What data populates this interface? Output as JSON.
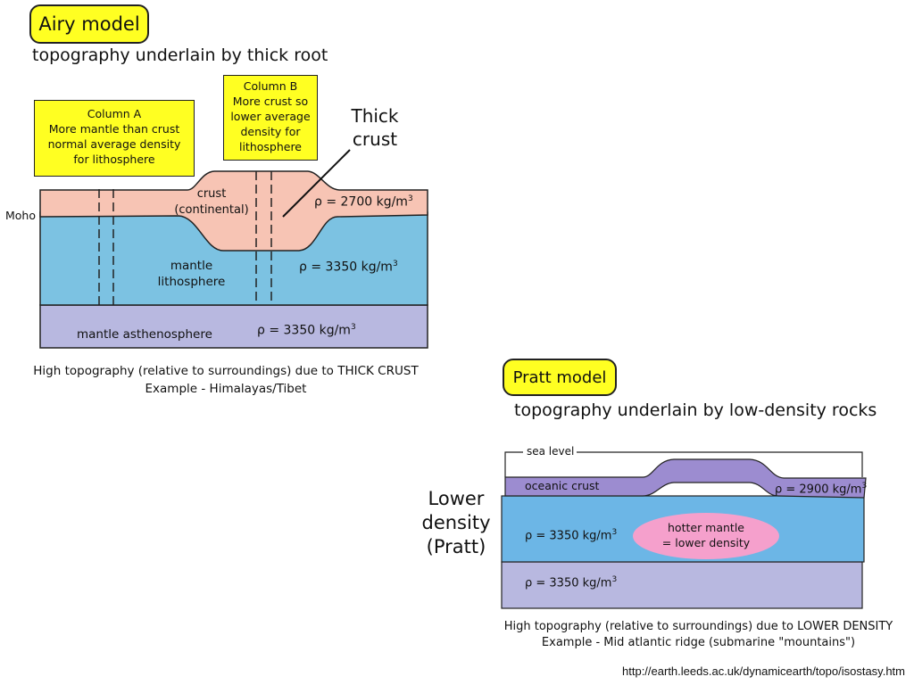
{
  "airy": {
    "title": "Airy model",
    "subtitle": "topography underlain by thick root",
    "column_a": [
      "Column A",
      "More mantle than crust",
      "normal average density",
      "for lithosphere"
    ],
    "column_b": [
      "Column B",
      "More crust so",
      "lower average",
      "density for",
      "lithosphere"
    ],
    "thick_crust": [
      "Thick",
      "crust"
    ],
    "moho": "Moho",
    "crust": [
      "crust",
      "(continental)"
    ],
    "mantle_lithosphere": [
      "mantle",
      "lithosphere"
    ],
    "mantle_asthenosphere": "mantle asthenosphere",
    "rho_crust": "ρ = 2700 kg/m",
    "rho_lithosphere": "ρ = 3350 kg/m",
    "rho_asthenosphere": "ρ = 3350 kg/m",
    "caption": [
      "High topography (relative to surroundings) due to THICK CRUST",
      "Example - Himalayas/Tibet"
    ]
  },
  "pratt": {
    "title": "Pratt model",
    "subtitle": "topography underlain by low-density rocks",
    "sea_level": "sea level",
    "oceanic_crust": "oceanic crust",
    "rho_crust": "ρ = 2900 kg/m",
    "hotter_mantle": [
      "hotter mantle",
      "= lower density"
    ],
    "rho_mantle_upper": "ρ = 3350 kg/m",
    "rho_mantle_lower": "ρ = 3350 kg/m",
    "lower_density": [
      "Lower",
      "density",
      "(Pratt)"
    ],
    "caption": [
      "High topography (relative to surroundings) due to LOWER DENSITY",
      "Example - Mid atlantic ridge (submarine \"mountains\")"
    ]
  },
  "exponent": "3",
  "source": "http://earth.leeds.ac.uk/dynamicearth/topo/isostasy.htm",
  "colors": {
    "continental_crust": "#f7c4b4",
    "mantle_lithosphere": "#7cc2e2",
    "asthenosphere": "#b8b8e0",
    "oceanic_crust": "#9c8cd0",
    "hot_mantle": "#f5a0cc",
    "highlight": "#ffff22"
  }
}
